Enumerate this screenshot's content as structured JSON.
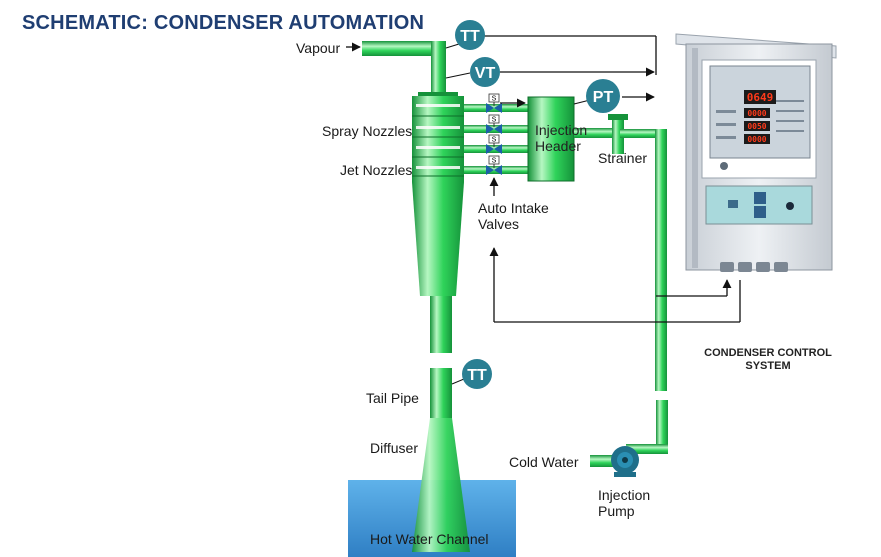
{
  "title": "SCHEMATIC: CONDENSER AUTOMATION",
  "labels": {
    "vapour": "Vapour",
    "spray_nozzles": "Spray Nozzles",
    "jet_nozzles": "Jet Nozzles",
    "injection_header_line1": "Injection",
    "injection_header_line2": "Header",
    "strainer": "Strainer",
    "auto_intake_line1": "Auto Intake",
    "auto_intake_line2": "Valves",
    "tail_pipe": "Tail Pipe",
    "diffuser": "Diffuser",
    "hot_water_channel": "Hot Water Channel",
    "cold_water": "Cold Water",
    "injection_pump_line1": "Injection",
    "injection_pump_line2": "Pump",
    "control_system_line1": "CONDENSER CONTROL",
    "control_system_line2": "SYSTEM"
  },
  "instruments": {
    "tt_top": "TT",
    "vt": "VT",
    "pt": "PT",
    "tt_tail": "TT"
  },
  "panel": {
    "main_display": "0649",
    "sub_displays": [
      "0000",
      "0050",
      "0000"
    ],
    "valve_tags": [
      "S",
      "S",
      "S",
      "S"
    ]
  },
  "colors": {
    "pipe_green": "#2fd35a",
    "pipe_highlight": "#b6f7c2",
    "pipe_dark": "#15923a",
    "instrument_blue": "#2a7f93",
    "title_blue": "#1f3e72",
    "water_blue": "#4fa3e0",
    "display_red": "#ff3a1a"
  }
}
